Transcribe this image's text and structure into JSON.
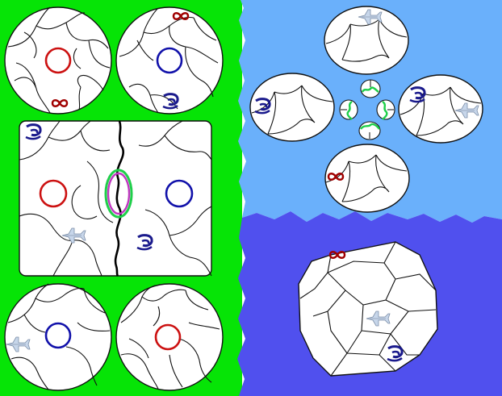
{
  "colors": {
    "green_bg": "#06e406",
    "sky_blue": "#6ab0fb",
    "deep_blue": "#5050ee",
    "tile_fill": "#ffffff",
    "tile_line": "#111111",
    "red_ring": "#cc1111",
    "blue_ring": "#1111aa",
    "infinity": "#a00000",
    "swirl": "#1a1a8c",
    "seam": "#000000"
  },
  "icons": [
    "infinity-icon",
    "swirl-icon",
    "jet-icon",
    "red-ring-icon",
    "blue-ring-icon",
    "double-ring-icon"
  ],
  "boards": [
    {
      "name": "circle-board-top-left",
      "items": [
        "red-ring-icon",
        "infinity-icon"
      ]
    },
    {
      "name": "circle-board-top-right",
      "items": [
        "blue-ring-icon",
        "infinity-icon",
        "swirl-icon"
      ]
    },
    {
      "name": "square-board-center",
      "items": [
        "swirl-icon",
        "red-ring-icon",
        "double-ring-icon",
        "blue-ring-icon",
        "jet-icon",
        "swirl-icon"
      ]
    },
    {
      "name": "circle-board-bottom-left",
      "items": [
        "jet-icon",
        "blue-ring-icon"
      ]
    },
    {
      "name": "circle-board-bottom-right",
      "items": [
        "red-ring-icon"
      ]
    },
    {
      "name": "oval-board-top",
      "items": [
        "jet-icon"
      ]
    },
    {
      "name": "oval-board-left",
      "items": [
        "swirl-icon"
      ]
    },
    {
      "name": "oval-board-right",
      "items": [
        "swirl-icon",
        "jet-icon"
      ]
    },
    {
      "name": "oval-board-bottom",
      "items": [
        "infinity-icon"
      ]
    },
    {
      "name": "polyhedron-board",
      "items": [
        "infinity-icon",
        "jet-icon",
        "swirl-icon"
      ]
    }
  ],
  "mini_pieces": 4
}
